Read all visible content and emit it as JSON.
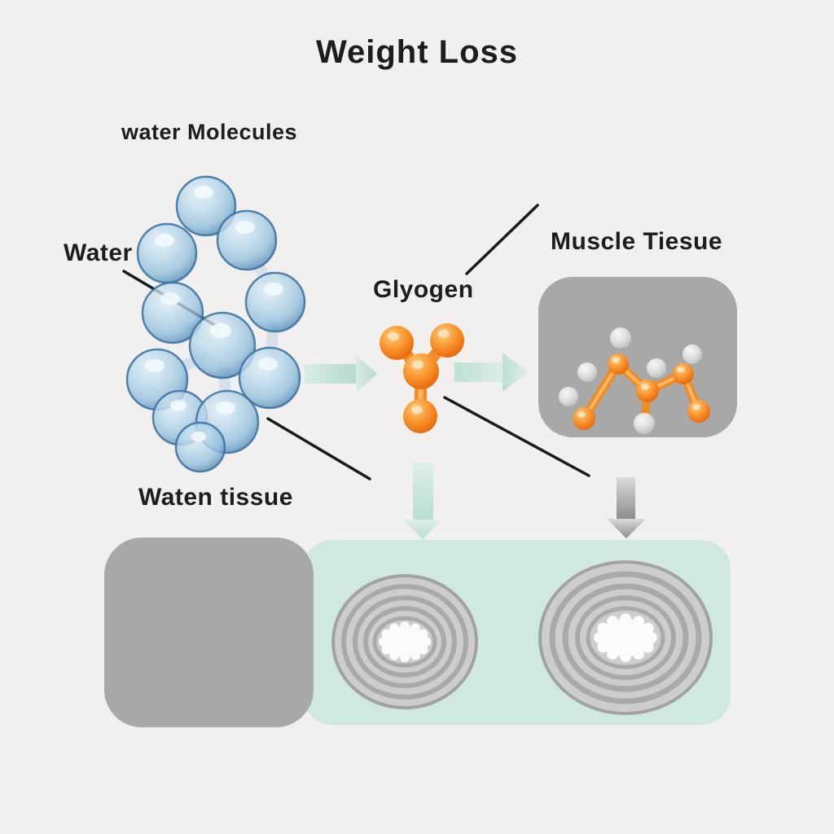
{
  "title": "Weight Loss",
  "labels": {
    "water_molecules": "water Molecules",
    "water": "Water",
    "glycogen": "Glyogen",
    "muscle_tissue": "Muscle Tiesue",
    "water_tissue": "Waten tissue"
  },
  "colors": {
    "background": "#f1f0ee",
    "text": "#1d1d1d",
    "water_blue": "#9cc4de",
    "water_rim": "#38709f",
    "orange": "#f68721",
    "muscle_box_gray": "#a8a8a8",
    "bottom_box_gray": "#a9a9a9",
    "teal_panel": "#cfe9e1",
    "teal_arrow": "#bfe0d5",
    "gray_arrow": "#909090",
    "ring_light": "#cdcdcd",
    "ring_dark": "#a9a9a9",
    "fiber_center_white": "#fbfbfa"
  }
}
